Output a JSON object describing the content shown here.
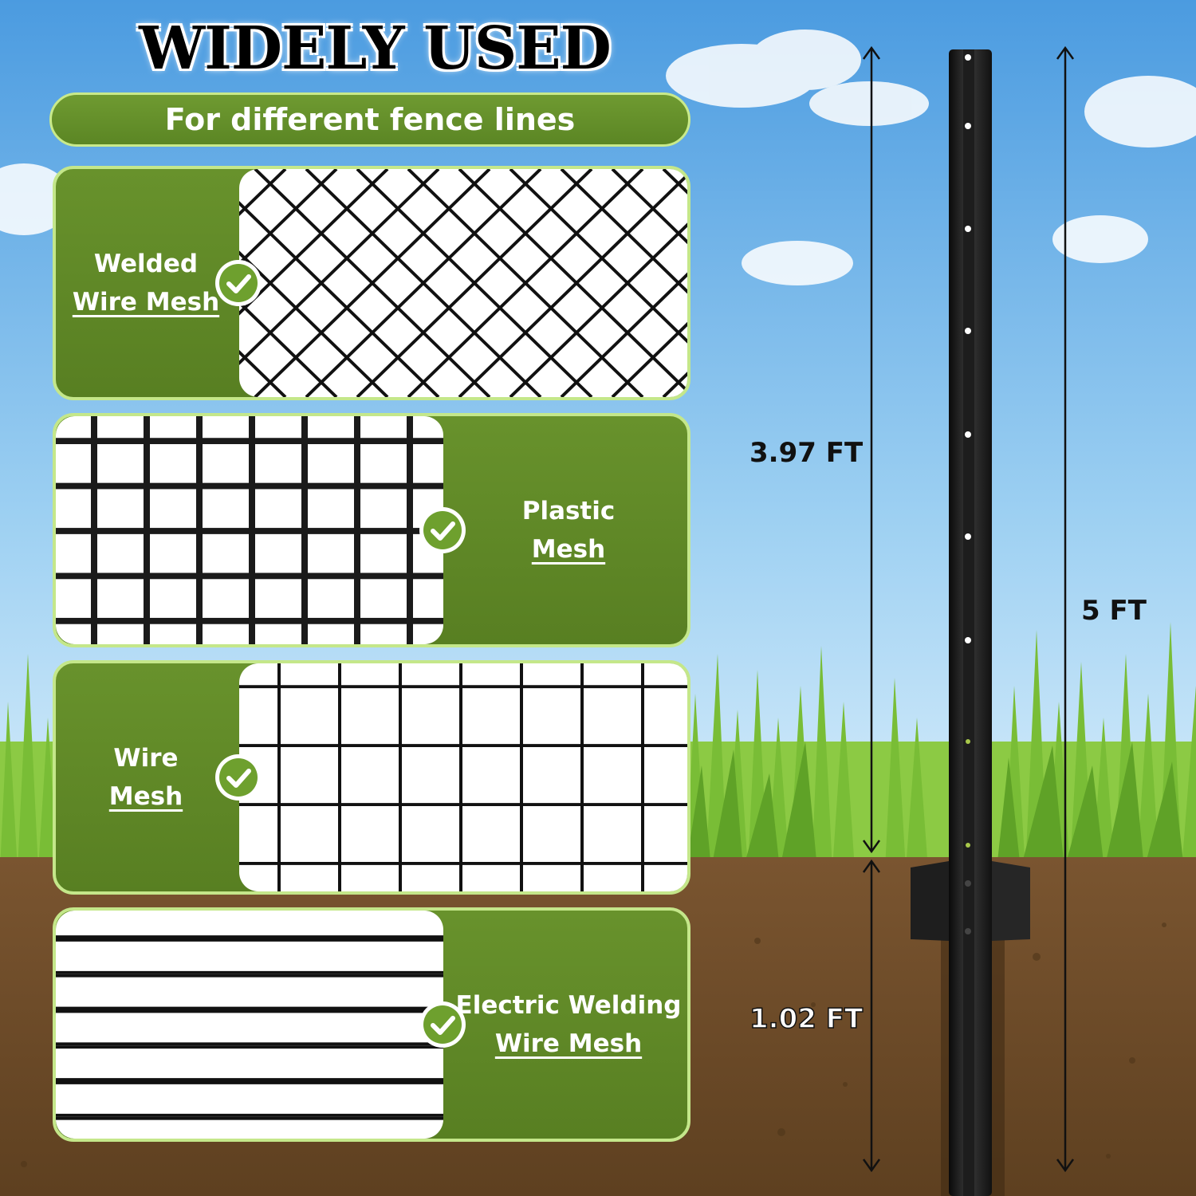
{
  "header": {
    "title": "WIDELY USED",
    "subtitle": "For different fence lines"
  },
  "cards": [
    {
      "label_line1": "Welded",
      "label_line2": "Wire Mesh",
      "mesh": "chain-link-icon",
      "checked": true
    },
    {
      "label_line1": "Plastic",
      "label_line2": "Mesh",
      "mesh": "plastic-grid-icon",
      "checked": true
    },
    {
      "label_line1": "Wire",
      "label_line2": "Mesh",
      "mesh": "square-grid-icon",
      "checked": true
    },
    {
      "label_line1": "Electric Welding",
      "label_line2": "Wire Mesh",
      "mesh": "horizontal-wire-icon",
      "checked": true
    }
  ],
  "dimensions": {
    "above_ground": "3.97 FT",
    "total": "5 FT",
    "below_ground": "1.02 FT"
  },
  "colors": {
    "card_green": "#5f8a27",
    "card_border": "#c4e78a",
    "check_green": "#6ea02e",
    "sky": "#6fb7ea",
    "soil": "#6b4a26",
    "grass": "#7cc23a"
  }
}
